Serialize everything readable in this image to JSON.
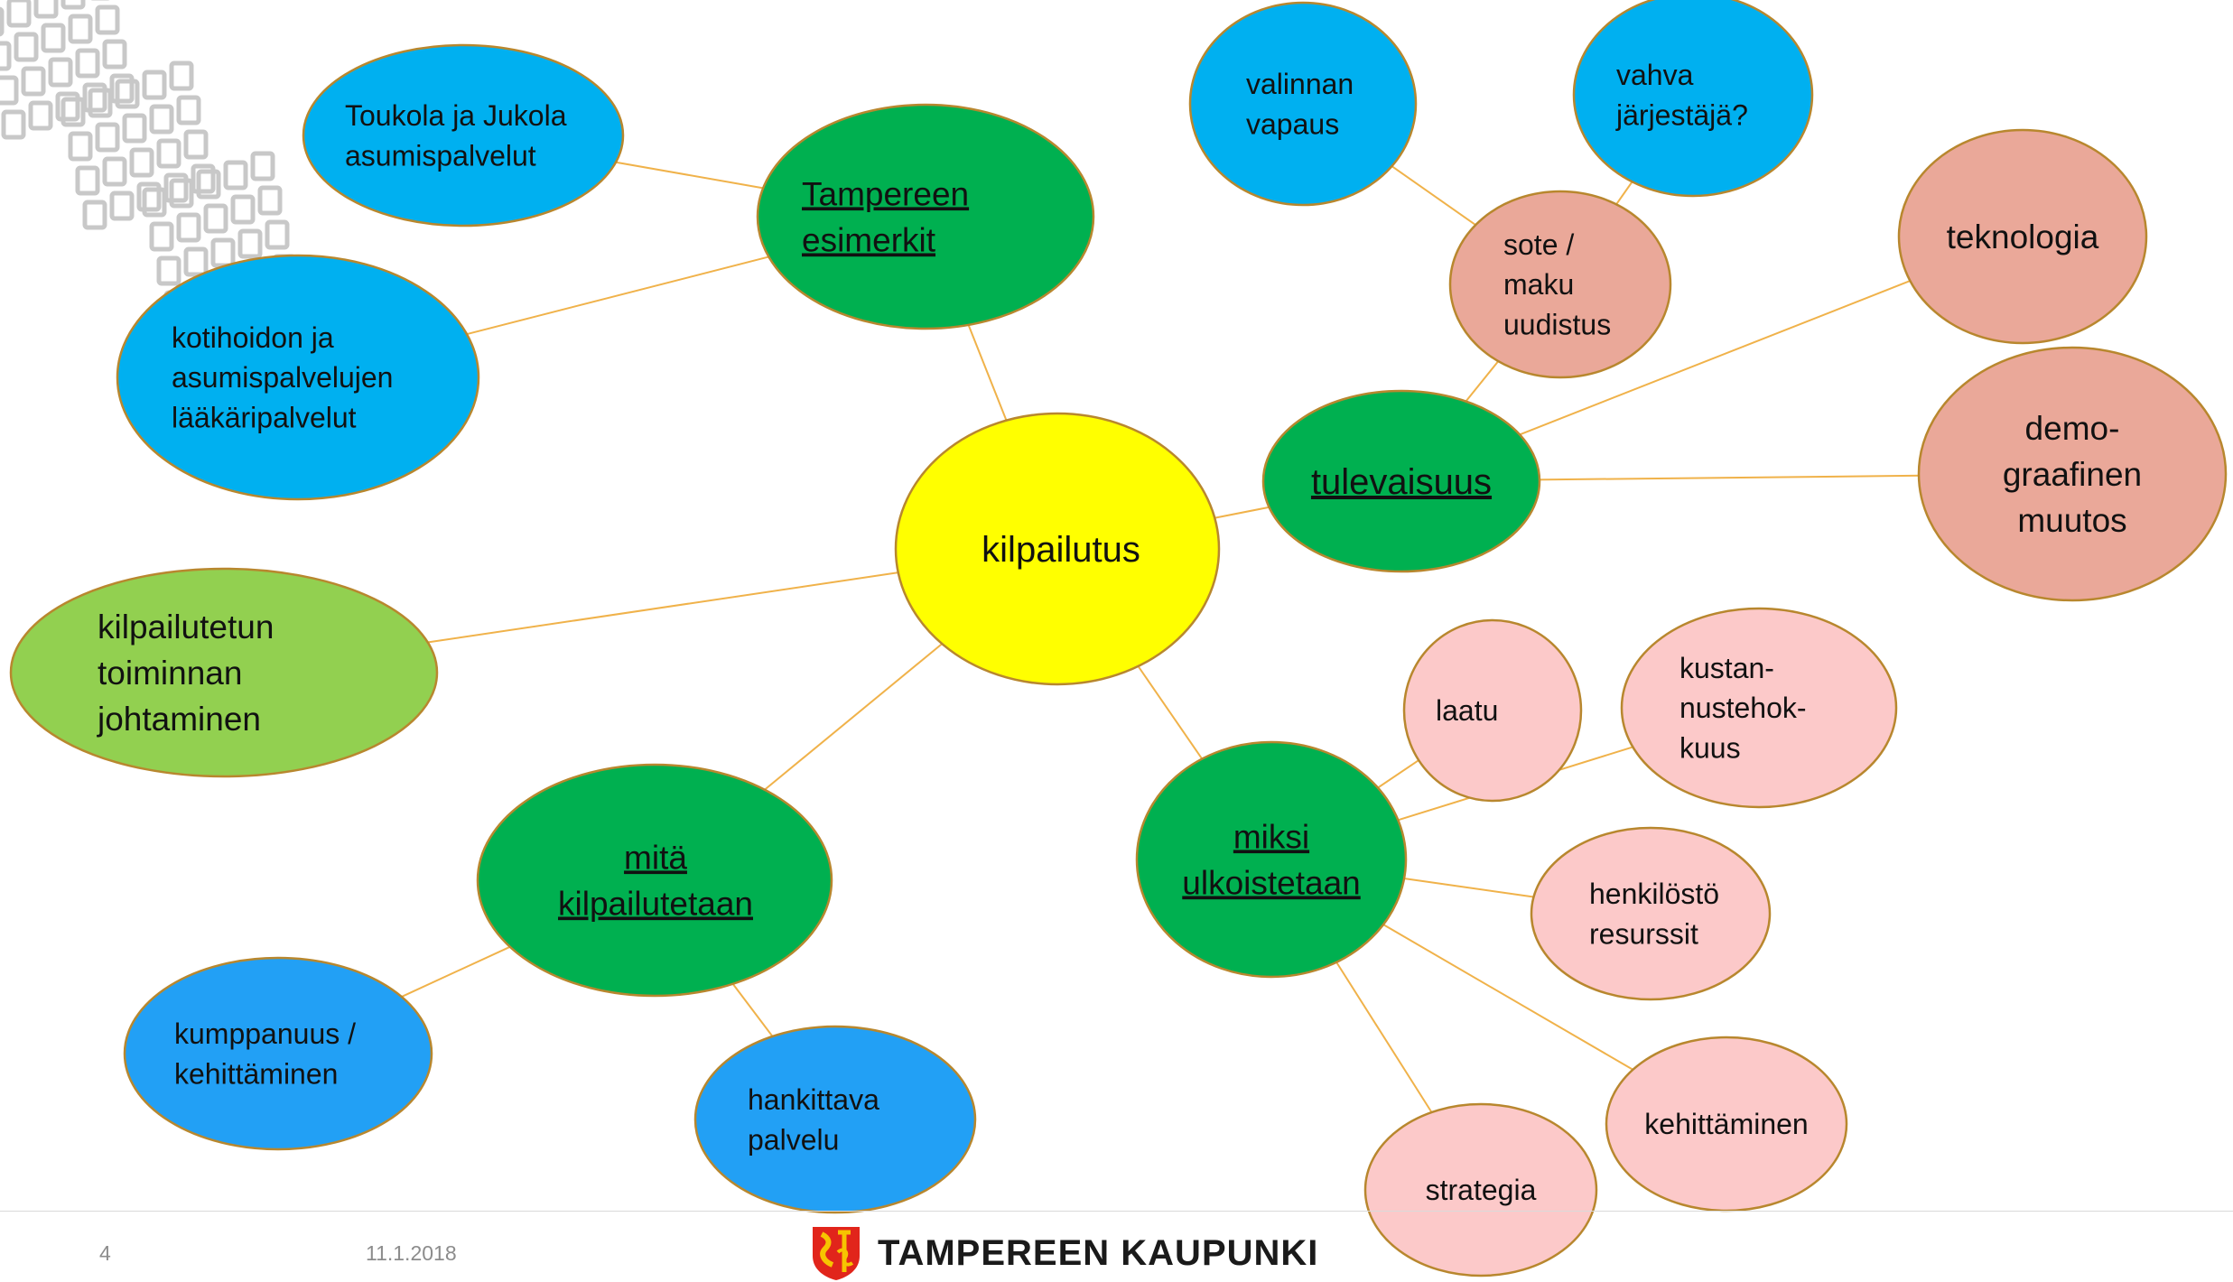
{
  "diagram": {
    "center": {
      "id": "kilpailutus",
      "lines": [
        "kilpailutus"
      ],
      "color": "#ffff00",
      "underline": false
    },
    "nodes": [
      {
        "id": "tampereen-esimerkit",
        "lines": [
          "Tampereen",
          "esimerkit"
        ],
        "color": "#00b050",
        "underline": true
      },
      {
        "id": "toukola",
        "lines": [
          "Toukola ja Jukola",
          "asumispalvelut"
        ],
        "color": "#00b0f0",
        "underline": false
      },
      {
        "id": "kotihoidon",
        "lines": [
          "kotihoidon ja",
          "asumispalvelujen",
          "lääkäripalvelut"
        ],
        "color": "#00b0f0",
        "underline": false
      },
      {
        "id": "kilpailutetun",
        "lines": [
          "kilpailutetun",
          "toiminnan",
          "johtaminen"
        ],
        "color": "#92d050",
        "underline": false
      },
      {
        "id": "mita-kilpailutetaan",
        "lines": [
          "mitä",
          "kilpailutetaan"
        ],
        "color": "#00b050",
        "underline": true
      },
      {
        "id": "kumppanuus",
        "lines": [
          "kumppanuus /",
          "kehittäminen"
        ],
        "color": "#22a0f5",
        "underline": false
      },
      {
        "id": "hankittava",
        "lines": [
          "hankittava",
          "palvelu"
        ],
        "color": "#22a0f5",
        "underline": false
      },
      {
        "id": "tulevaisuus",
        "lines": [
          "tulevaisuus"
        ],
        "color": "#00b050",
        "underline": true
      },
      {
        "id": "sote",
        "lines": [
          "sote /",
          "maku",
          "uudistus"
        ],
        "color": "#eaa899",
        "underline": false
      },
      {
        "id": "valinnan",
        "lines": [
          "valinnan",
          "vapaus"
        ],
        "color": "#00b0f0",
        "underline": false
      },
      {
        "id": "vahva",
        "lines": [
          "vahva",
          "järjestäjä?"
        ],
        "color": "#00b0f0",
        "underline": false
      },
      {
        "id": "teknologia",
        "lines": [
          "teknologia"
        ],
        "color": "#eaa899",
        "underline": false
      },
      {
        "id": "demo",
        "lines": [
          "demo-",
          "graafinen",
          "muutos"
        ],
        "color": "#eaa899",
        "underline": false
      },
      {
        "id": "miksi",
        "lines": [
          "miksi",
          "ulkoistetaan"
        ],
        "color": "#00b050",
        "underline": true
      },
      {
        "id": "laatu",
        "lines": [
          "laatu"
        ],
        "color": "#fcc9c9",
        "underline": false
      },
      {
        "id": "kustannus",
        "lines": [
          "kustan-",
          "nustehok-",
          "kuus"
        ],
        "color": "#fcc9c9",
        "underline": false
      },
      {
        "id": "henkilosto",
        "lines": [
          "henkilöstö",
          "resurssit"
        ],
        "color": "#fcc9c9",
        "underline": false
      },
      {
        "id": "kehittaminen",
        "lines": [
          "kehittäminen"
        ],
        "color": "#fcc9c9",
        "underline": false
      },
      {
        "id": "strategia",
        "lines": [
          "strategia"
        ],
        "color": "#fcc9c9",
        "underline": false
      }
    ],
    "edges": [
      [
        "kilpailutus",
        "tampereen-esimerkit"
      ],
      [
        "tampereen-esimerkit",
        "toukola"
      ],
      [
        "tampereen-esimerkit",
        "kotihoidon"
      ],
      [
        "kilpailutus",
        "kilpailutetun"
      ],
      [
        "kilpailutus",
        "mita-kilpailutetaan"
      ],
      [
        "mita-kilpailutetaan",
        "kumppanuus"
      ],
      [
        "mita-kilpailutetaan",
        "hankittava"
      ],
      [
        "kilpailutus",
        "tulevaisuus"
      ],
      [
        "tulevaisuus",
        "sote"
      ],
      [
        "sote",
        "valinnan"
      ],
      [
        "sote",
        "vahva"
      ],
      [
        "tulevaisuus",
        "teknologia"
      ],
      [
        "tulevaisuus",
        "demo"
      ],
      [
        "kilpailutus",
        "miksi"
      ],
      [
        "miksi",
        "laatu"
      ],
      [
        "miksi",
        "kustannus"
      ],
      [
        "miksi",
        "henkilosto"
      ],
      [
        "miksi",
        "kehittaminen"
      ],
      [
        "miksi",
        "strategia"
      ]
    ]
  },
  "footer": {
    "page_number": "4",
    "date": "11.1.2018",
    "logo_text": "TAMPEREEN KAUPUNKI"
  },
  "colors": {
    "edge": "#f0b24a",
    "outline": "#b8872e",
    "corner_pattern": "#c8c8c8",
    "logo_red": "#e1251b",
    "logo_yellow": "#f7c400"
  }
}
